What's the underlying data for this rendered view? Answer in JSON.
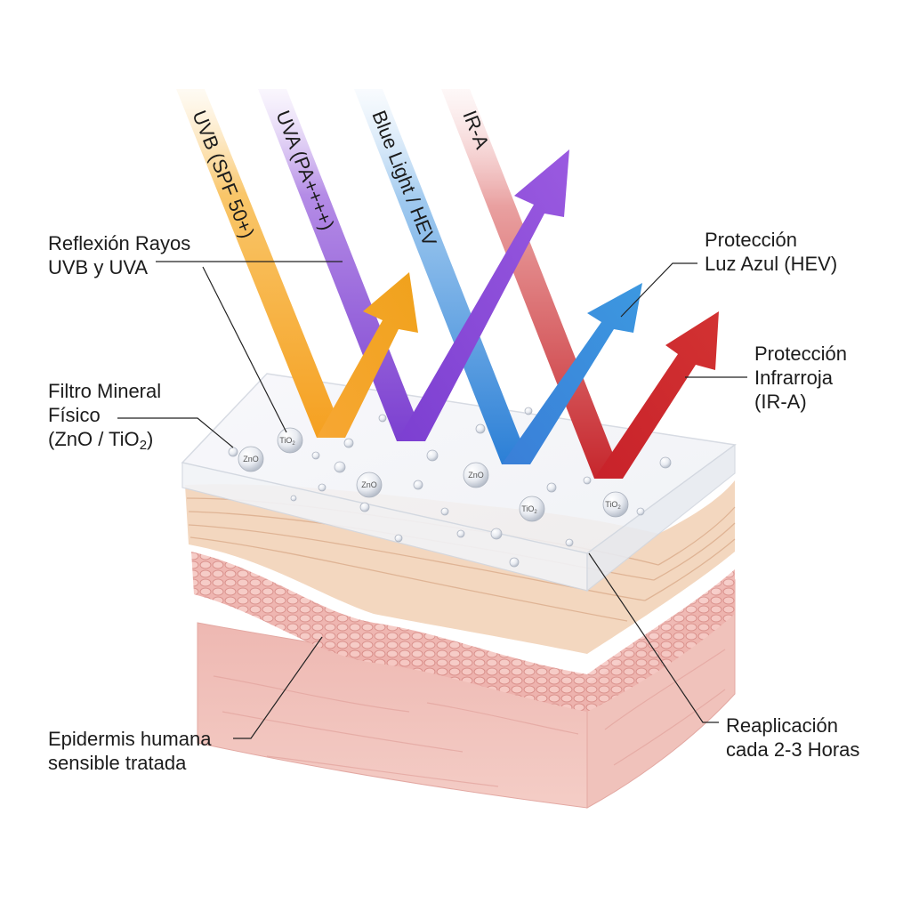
{
  "beams": [
    {
      "id": "uvb",
      "label": "UVB (SPF 50+)",
      "color": "#f5a623"
    },
    {
      "id": "uva",
      "label": "UVA (PA++++)",
      "color": "#8e4fd6"
    },
    {
      "id": "blue",
      "label": "Blue Light / HEV",
      "color": "#2f86d8"
    },
    {
      "id": "ir",
      "label": "IR-A",
      "color": "#c8282e"
    }
  ],
  "labels": {
    "reflection": {
      "line1": "Reflexión Rayos",
      "line2": "UVB y UVA"
    },
    "filter": {
      "line1": "Filtro Mineral",
      "line2": "Físico",
      "line3_pre": "(ZnO / TiO",
      "line3_sub": "2",
      "line3_post": ")"
    },
    "blue_protection": {
      "line1": "Protección",
      "line2": "Luz Azul (HEV)"
    },
    "ir_protection": {
      "line1": "Protección",
      "line2": "Infrarroja",
      "line3": "(IR-A)"
    },
    "skin": {
      "line1": "Epidermis humana",
      "line2": "sensible tratada"
    },
    "reapply": {
      "line1": "Reaplicación",
      "line2": "cada 2-3 Horas"
    }
  },
  "particles": {
    "zno_1": "ZnO",
    "tio_1": "TiO",
    "tio_1_sub": "2",
    "zno_2": "ZnO",
    "zno_3": "ZnO",
    "tio_2": "TiO",
    "tio_2_sub": "2",
    "tio_3": "TiO",
    "tio_3_sub": "2"
  }
}
